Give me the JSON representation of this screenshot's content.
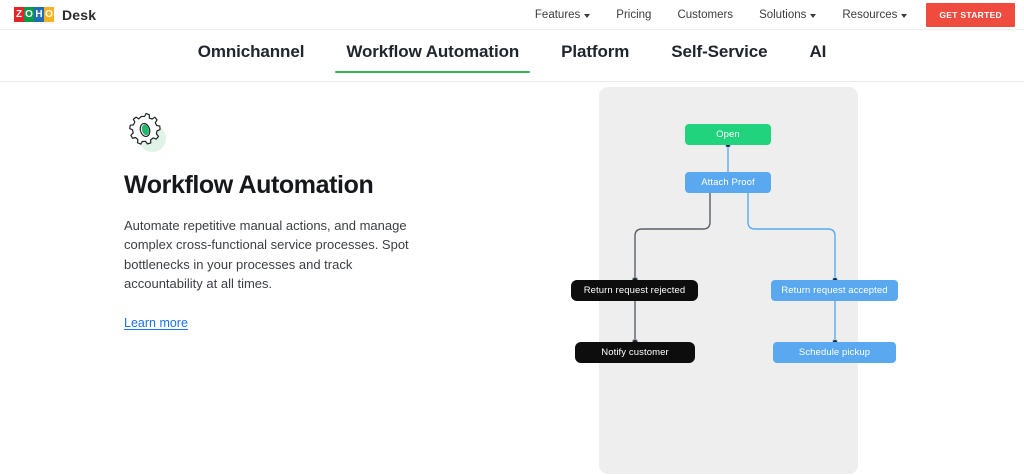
{
  "header": {
    "logo_letters": [
      "Z",
      "O",
      "H",
      "O"
    ],
    "brand_name": "Desk",
    "nav_items": [
      {
        "label": "Features",
        "has_caret": true
      },
      {
        "label": "Pricing",
        "has_caret": false
      },
      {
        "label": "Customers",
        "has_caret": false
      },
      {
        "label": "Solutions",
        "has_caret": true
      },
      {
        "label": "Resources",
        "has_caret": true
      }
    ],
    "cta_label": "GET STARTED",
    "cta_color": "#ef4c3f"
  },
  "tabs": {
    "active_index": 1,
    "accent_color": "#2fb457",
    "items": [
      {
        "label": "Omnichannel"
      },
      {
        "label": "Workflow Automation"
      },
      {
        "label": "Platform"
      },
      {
        "label": "Self-Service"
      },
      {
        "label": "AI"
      }
    ]
  },
  "feature": {
    "icon_name": "gear-icon",
    "icon_accent": "#22b96a",
    "title": "Workflow Automation",
    "description": "Automate repetitive manual actions, and manage complex cross-functional service processes. Spot bottlenecks in your processes and track accountability at all times.",
    "link_label": "Learn more",
    "link_color": "#1a73e8"
  },
  "diagram": {
    "panel_color": "#eeeeef",
    "nodes": [
      {
        "id": "open",
        "label": "Open",
        "color": "#22d37d",
        "style": "green"
      },
      {
        "id": "attach",
        "label": "Attach Proof",
        "color": "#5aa9f0",
        "style": "blue"
      },
      {
        "id": "rejected",
        "label": "Return request rejected",
        "color": "#0d0d0d",
        "style": "black"
      },
      {
        "id": "accepted",
        "label": "Return request accepted",
        "color": "#5aa9f0",
        "style": "blue"
      },
      {
        "id": "notify",
        "label": "Notify customer",
        "color": "#0d0d0d",
        "style": "black"
      },
      {
        "id": "pickup",
        "label": "Schedule pickup",
        "color": "#5aa9f0",
        "style": "blue"
      }
    ],
    "connectors": [
      {
        "from": "open",
        "to": "attach",
        "color": "#5aa9f0"
      },
      {
        "from": "attach",
        "to": "rejected",
        "color": "#5a5f66"
      },
      {
        "from": "attach",
        "to": "accepted",
        "color": "#5aa9f0"
      },
      {
        "from": "rejected",
        "to": "notify",
        "color": "#5a5f66"
      },
      {
        "from": "accepted",
        "to": "pickup",
        "color": "#5aa9f0"
      }
    ]
  }
}
